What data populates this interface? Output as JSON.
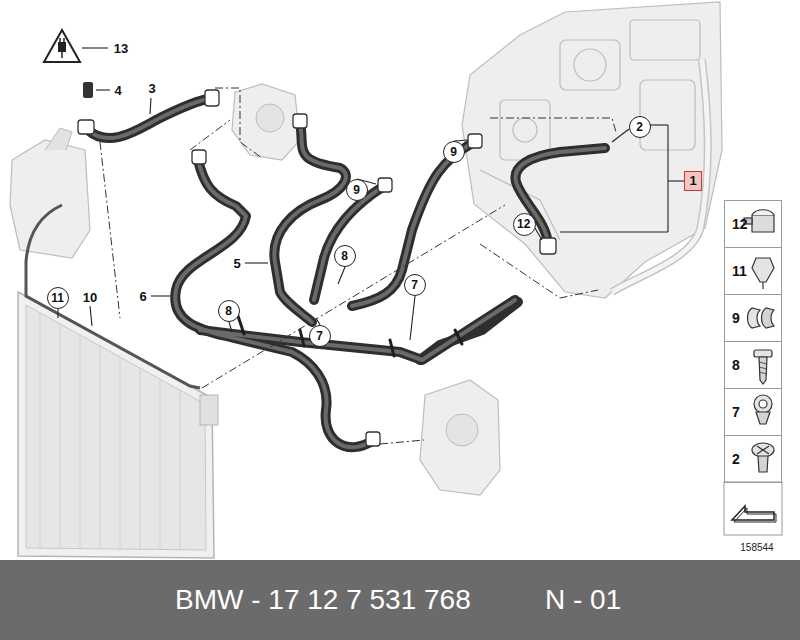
{
  "diagram": {
    "nodes": [
      {
        "text": [
          "2"
        ]
      },
      {
        "text": [
          "1"
        ]
      },
      {
        "text": [
          "9"
        ]
      },
      {
        "text": [
          "9"
        ]
      },
      {
        "text": [
          "12"
        ]
      },
      {
        "text": [
          "8"
        ]
      },
      {
        "text": [
          "7"
        ]
      },
      {
        "text": [
          "11"
        ]
      },
      {
        "text": [
          "8"
        ]
      },
      {
        "text": [
          "7"
        ]
      },
      {
        "text": [
          "12"
        ]
      },
      {
        "text": [
          "11"
        ]
      },
      {
        "text": [
          "9"
        ]
      },
      {
        "text": [
          "8"
        ]
      },
      {
        "text": [
          "7"
        ]
      },
      {
        "text": [
          "2"
        ]
      },
      {
        "text": [
          "BMW - 17 12 7 531 768",
          "N - 01"
        ]
      }
    ],
    "labels": [
      "13",
      "4",
      "3",
      "6",
      "5",
      "10",
      "158544"
    ]
  }
}
